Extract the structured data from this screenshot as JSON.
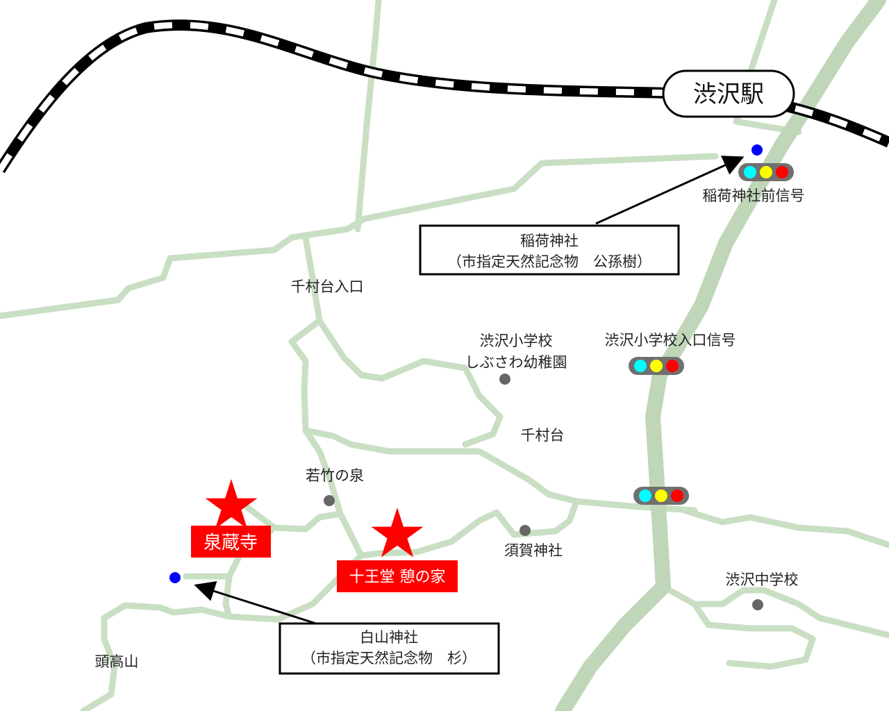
{
  "colors": {
    "road": "#c9dfc4",
    "main_road": "#bfd6b8",
    "rail_dark": "#000000",
    "rail_light": "#ffffff",
    "accent_red": "#ff0000",
    "poi_gray": "#666666",
    "bus_stop_blue": "#0000ff",
    "signal_cyan": "#00ffff",
    "signal_yellow": "#ffff00",
    "signal_red": "#ff0000",
    "signal_body": "#707070"
  },
  "station": {
    "name": "渋沢駅",
    "icon": "station-box"
  },
  "signals": [
    {
      "label": "稲荷神社前信号",
      "icon": "traffic-light-icon"
    },
    {
      "label": "渋沢小学校入口信号",
      "icon": "traffic-light-icon"
    },
    {
      "label": "",
      "icon": "traffic-light-icon"
    }
  ],
  "places": {
    "senmura_entrance": "千村台入口",
    "school_line1": "渋沢小学校",
    "school_line2": "しぶさわ幼稚園",
    "senmuradai": "千村台",
    "wakatake": "若竹の泉",
    "suga": "須賀神社",
    "junior_high": "渋沢中学校",
    "zukouyama": "頭高山"
  },
  "temples": [
    {
      "name": "泉蔵寺",
      "icon": "star-icon"
    },
    {
      "name": "十王堂 憩の家",
      "icon": "star-icon"
    }
  ],
  "callouts": [
    {
      "line1": "稲荷神社",
      "line2": "（市指定天然記念物　公孫樹）"
    },
    {
      "line1": "白山神社",
      "line2": "（市指定天然記念物　杉）"
    }
  ]
}
